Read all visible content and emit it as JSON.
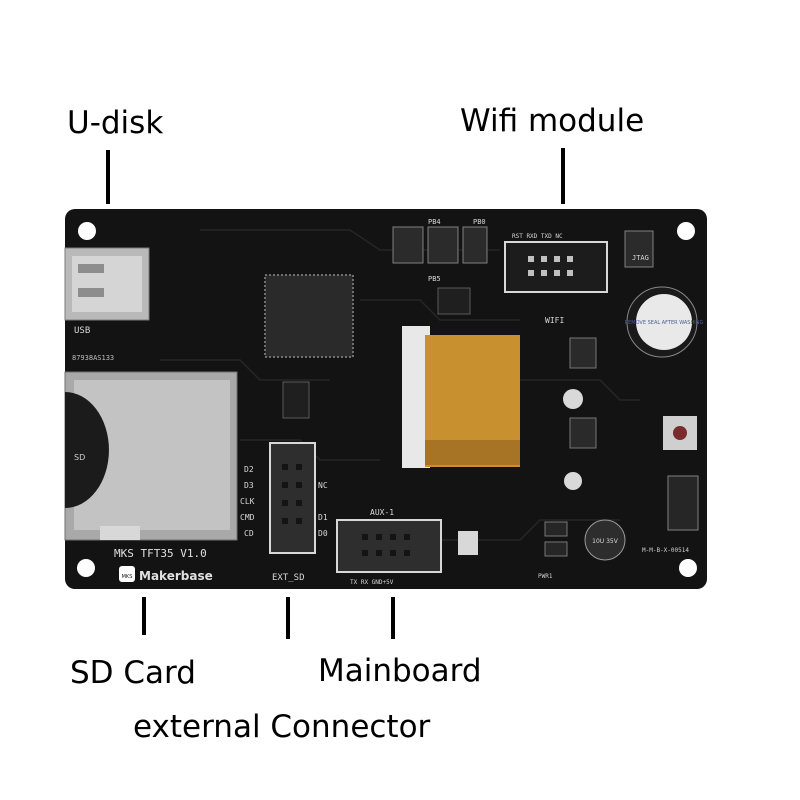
{
  "labels": {
    "u_disk": "U-disk",
    "wifi_module": "Wifi module",
    "sd_card": "SD Card",
    "mainboard": "Mainboard",
    "external_connector": "external Connector"
  },
  "board": {
    "model": "MKS TFT35 V1.0",
    "brand": "Makerbase",
    "logo": "MKS",
    "usb": "USB",
    "sd": "SD",
    "wifi": "WIFI",
    "ext_sd": "EXT_SD",
    "aux": "AUX-1",
    "aux_pins": "TX RX GND+5V",
    "wifi_pins": "RST RXD TXD NC",
    "jtag": "JTAG",
    "pb4": "PB4",
    "pb0": "PB0",
    "pb5": "PB5",
    "serial": "87938AS133",
    "board_code": "M-M-B-X-00514",
    "buzzer_text": "REMOVE SEAL AFTER WASHING",
    "cap_text": "10U 35V",
    "pwr": "PWR1",
    "sd_pins": [
      "D2",
      "D3",
      "CLK",
      "CMD",
      "CD"
    ],
    "ext_pins": [
      "NC",
      "D1",
      "D0"
    ]
  },
  "colors": {
    "board": "#131313",
    "silk": "#d8d8d8",
    "flex": "#c9902f"
  }
}
